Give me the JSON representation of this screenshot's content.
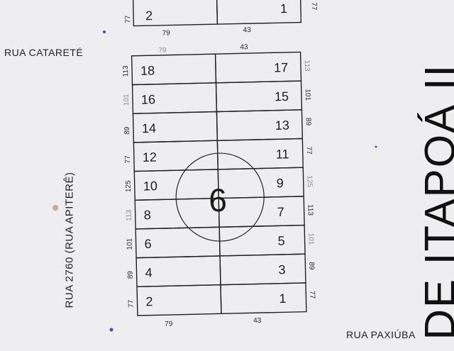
{
  "streets": {
    "top": "RUA CATARETÉ",
    "left": "RUA 2760 (RUA APITERÊ)",
    "bottom": "RUA PAXIÚBA"
  },
  "side_text": "DE ITAPOÁ II",
  "block": {
    "number": "6",
    "lots_left": [
      "18",
      "16",
      "14",
      "12",
      "10",
      "8",
      "6",
      "4",
      "2"
    ],
    "lots_right": [
      "17",
      "15",
      "13",
      "11",
      "9",
      "7",
      "5",
      "3",
      "1"
    ],
    "dims_left": [
      "113",
      "101",
      "89",
      "77",
      "125",
      "113",
      "101",
      "89",
      "77"
    ],
    "dims_right": [
      "113",
      "101",
      "89",
      "77",
      "125",
      "113",
      "101",
      "89",
      "77"
    ],
    "top_widths": [
      "79",
      "43"
    ],
    "bottom_widths": [
      "79",
      "43"
    ]
  },
  "upper_block": {
    "lot_left": "2",
    "lot_right": "1",
    "dim_left": "77",
    "dim_right": "77",
    "widths": [
      "79",
      "43"
    ]
  },
  "colors": {
    "paper": "#eeeef0",
    "ink": "#1f1f1f"
  }
}
